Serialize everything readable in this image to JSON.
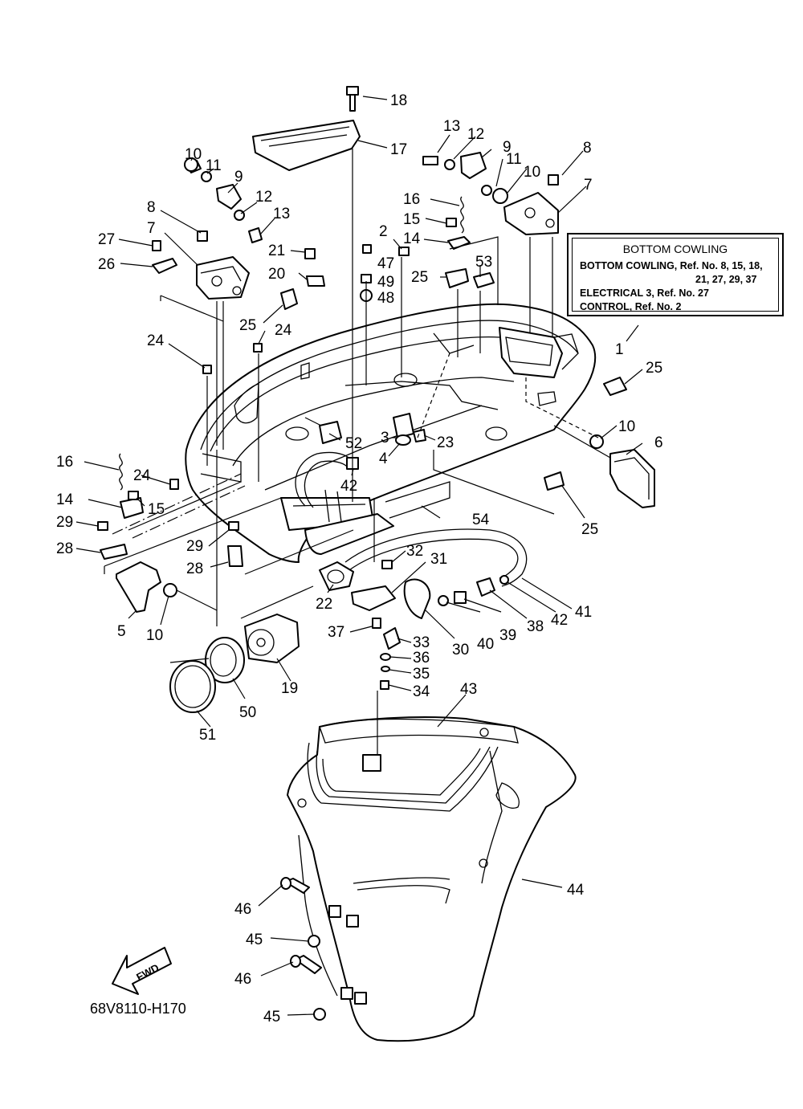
{
  "figure_code": "68V8110-H170",
  "fwd_label": "FWD",
  "legend": {
    "title": "BOTTOM COWLING",
    "lines": [
      "BOTTOM COWLING,  Ref. No. 8, 15, 18,",
      "21, 27, 29, 37",
      "ELECTRICAL 3,  Ref. No. 27",
      "CONTROL,  Ref. No. 2"
    ]
  },
  "callouts": [
    "18",
    "17",
    "13",
    "12",
    "9",
    "8",
    "10",
    "11",
    "7",
    "16",
    "15",
    "14",
    "2",
    "47",
    "49",
    "48",
    "53",
    "25",
    "9",
    "12",
    "13",
    "8",
    "10",
    "11",
    "7",
    "27",
    "26",
    "21",
    "20",
    "25",
    "24",
    "24",
    "1",
    "25",
    "10",
    "6",
    "52",
    "3",
    "23",
    "4",
    "42",
    "16",
    "24",
    "14",
    "15",
    "29",
    "28",
    "29",
    "28",
    "54",
    "25",
    "5",
    "10",
    "32",
    "31",
    "22",
    "37",
    "33",
    "30",
    "40",
    "39",
    "38",
    "42",
    "41",
    "36",
    "35",
    "34",
    "19",
    "50",
    "51",
    "43",
    "44",
    "46",
    "45",
    "46",
    "45"
  ]
}
